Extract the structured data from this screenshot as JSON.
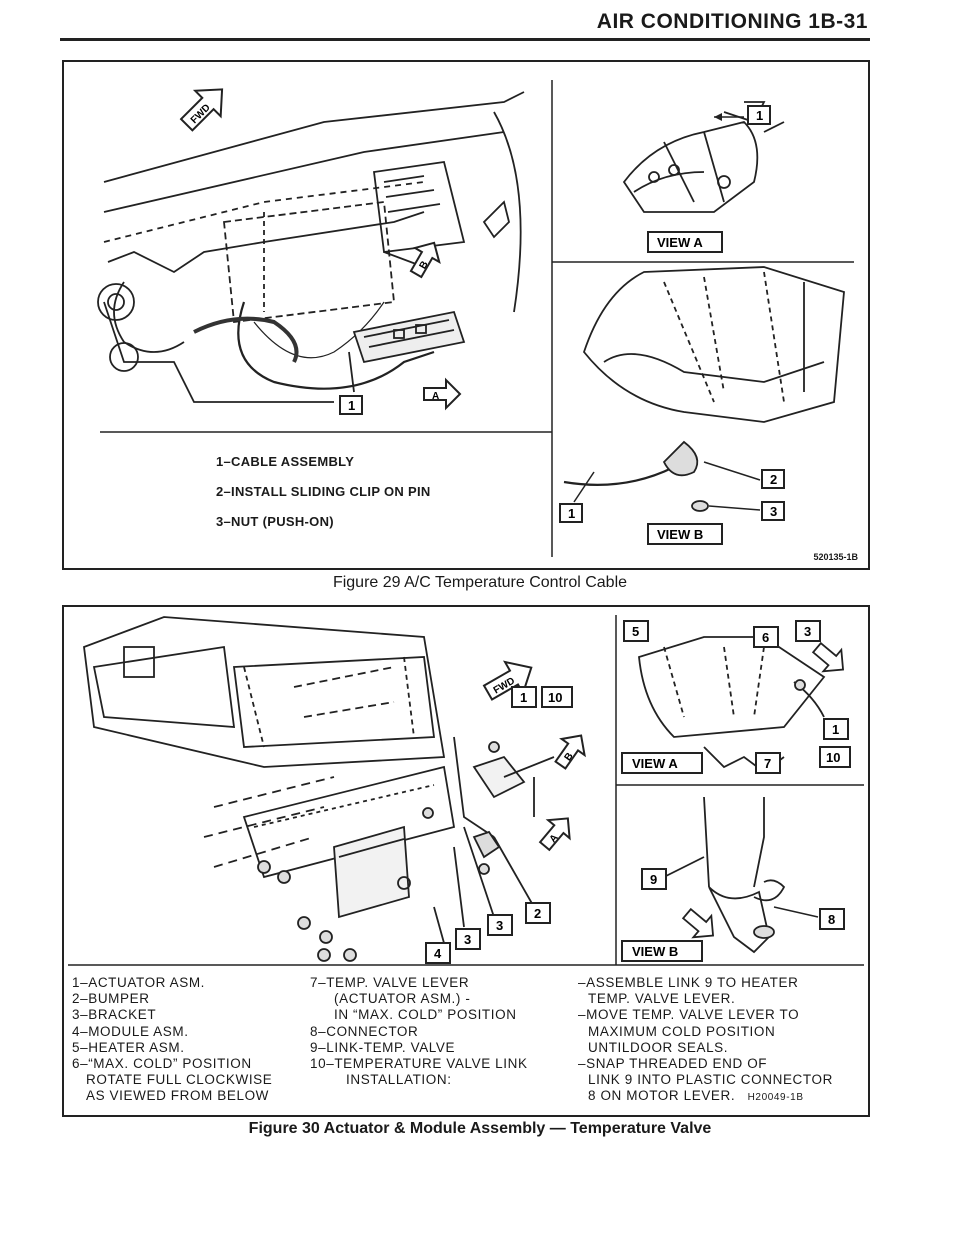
{
  "header": {
    "title": "AIR CONDITIONING 1B-31"
  },
  "figure29": {
    "caption": "Figure 29 A/C Temperature Control Cable",
    "legend": [
      "1–CABLE ASSEMBLY",
      "2–INSTALL SLIDING CLIP ON PIN",
      "3–NUT (PUSH-ON)"
    ],
    "ref_code": "520135-1B",
    "labels": {
      "fwd": "FWD",
      "view_a": "VIEW A",
      "view_b": "VIEW B",
      "view_a_marker": "A",
      "view_b_marker": "B"
    },
    "callouts": [
      "1",
      "1",
      "2",
      "3",
      "1"
    ]
  },
  "figure30": {
    "caption": "Figure 30 Actuator & Module Assembly — Temperature Valve",
    "ref_code": "H20049-1B",
    "labels": {
      "fwd": "FWD",
      "view_a": "VIEW A",
      "view_b": "VIEW B",
      "view_a_marker": "A",
      "view_b_marker": "B"
    },
    "callouts": [
      "1",
      "10",
      "5",
      "6",
      "3",
      "1",
      "7",
      "10",
      "9",
      "8",
      "4",
      "3",
      "3",
      "2"
    ],
    "legend_col1": [
      "1–ACTUATOR ASM.",
      "2–BUMPER",
      "3–BRACKET",
      "4–MODULE ASM.",
      "5–HEATER ASM.",
      "6–“MAX. COLD” POSITION",
      "ROTATE FULL CLOCKWISE",
      "AS VIEWED FROM BELOW"
    ],
    "legend_col2": [
      "7–TEMP. VALVE LEVER",
      "(ACTUATOR ASM.) -",
      "IN “MAX. COLD” POSITION",
      "8–CONNECTOR",
      "9–LINK-TEMP. VALVE",
      "10–TEMPERATURE VALVE LINK",
      "INSTALLATION:"
    ],
    "legend_col3": [
      "–ASSEMBLE LINK 9 TO HEATER",
      "TEMP. VALVE LEVER.",
      "–MOVE TEMP. VALVE LEVER TO",
      "MAXIMUM COLD POSITION",
      "UNTILDOOR SEALS.",
      "–SNAP THREADED END OF",
      "LINK 9 INTO PLASTIC CONNECTOR",
      "8 ON MOTOR LEVER."
    ]
  }
}
